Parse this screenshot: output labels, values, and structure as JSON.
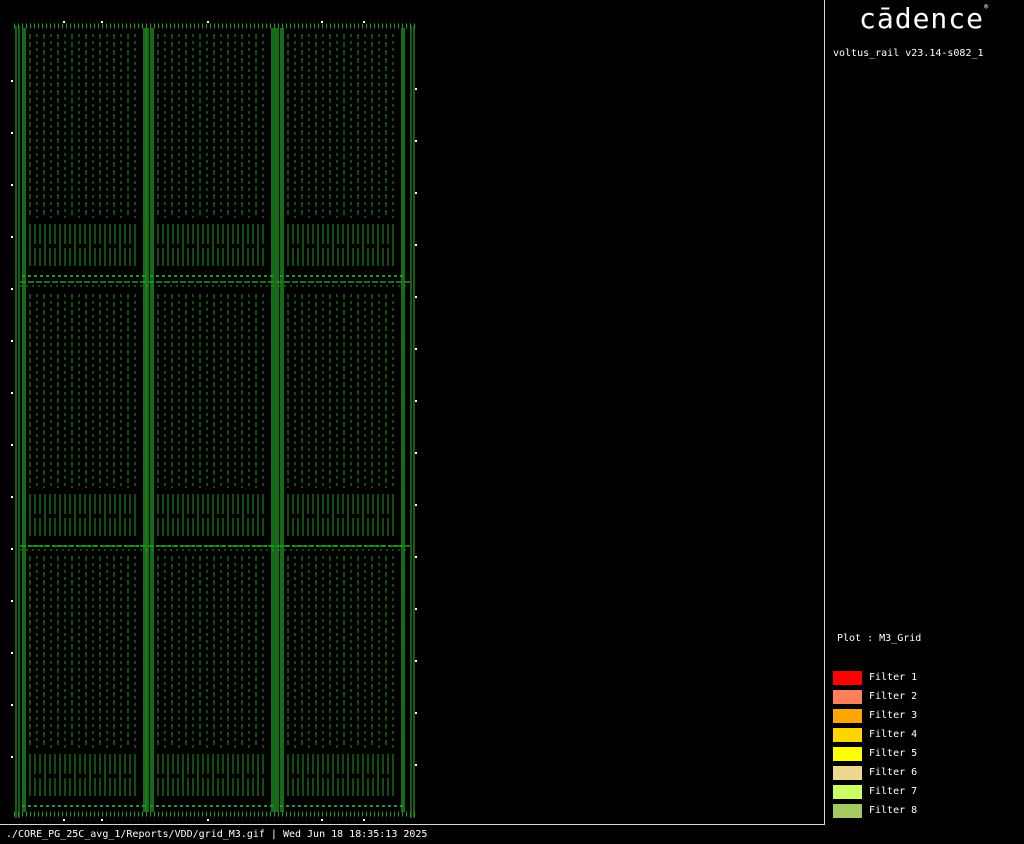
{
  "brand": {
    "logo_text": "cādence",
    "logo_mark": "®",
    "accent": "#e2231a"
  },
  "tool_version": "voltus_rail v23.14-s082_1",
  "plot": {
    "label": "Plot : M3_Grid",
    "grid_color": "#1f9b1f",
    "pin_color": "#ffffff"
  },
  "legend": [
    {
      "label": "Filter 1",
      "color": "#ff0000"
    },
    {
      "label": "Filter 2",
      "color": "#ff7f5a"
    },
    {
      "label": "Filter 3",
      "color": "#ffa500"
    },
    {
      "label": "Filter 4",
      "color": "#ffd400"
    },
    {
      "label": "Filter 5",
      "color": "#ffff00"
    },
    {
      "label": "Filter 6",
      "color": "#ecd88f"
    },
    {
      "label": "Filter 7",
      "color": "#ccff66"
    },
    {
      "label": "Filter 8",
      "color": "#a6c860"
    }
  ],
  "status": "./CORE_PG_25C_avg_1/Reports/VDD/grid_M3.gif | Wed Jun 18 18:35:13 2025"
}
